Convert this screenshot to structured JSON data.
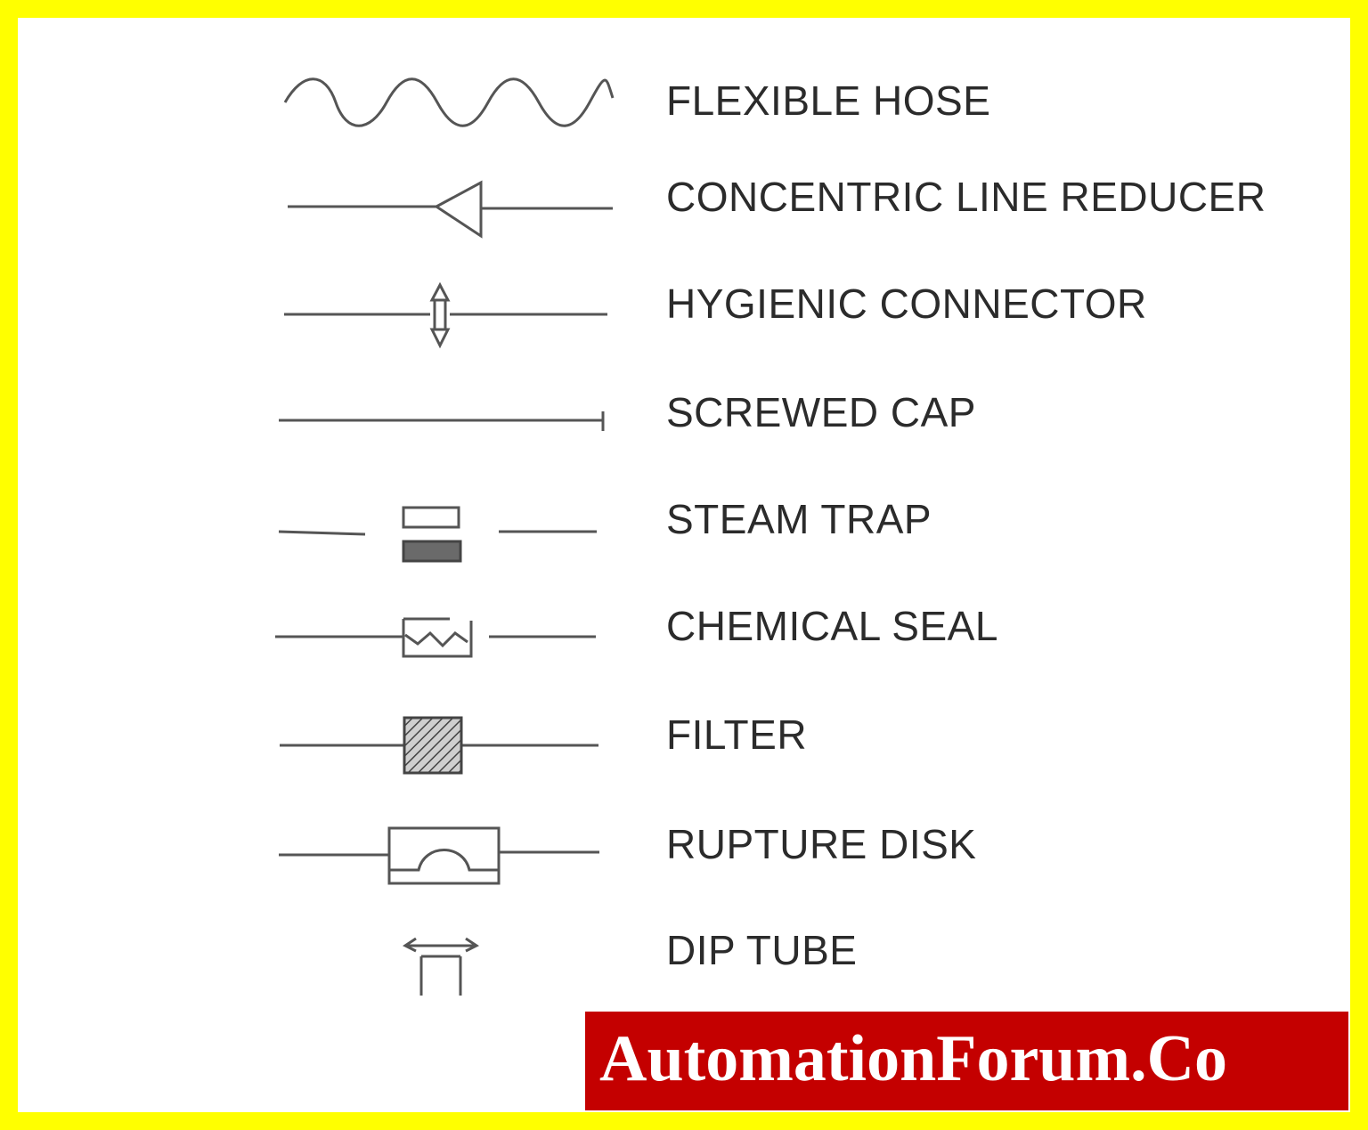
{
  "colors": {
    "frame": "#ffff00",
    "background": "#ffffff",
    "line": "#555555",
    "label_text": "#2b2b2b",
    "banner_background": "#c40000",
    "banner_text": "#ffffff"
  },
  "legend": {
    "items": [
      {
        "label": "FLEXIBLE HOSE",
        "icon": "flexible-hose-icon"
      },
      {
        "label": "CONCENTRIC LINE REDUCER",
        "icon": "concentric-reducer-icon"
      },
      {
        "label": "HYGIENIC CONNECTOR",
        "icon": "hygienic-connector-icon"
      },
      {
        "label": "SCREWED CAP",
        "icon": "screwed-cap-icon"
      },
      {
        "label": "STEAM TRAP",
        "icon": "steam-trap-icon"
      },
      {
        "label": "CHEMICAL SEAL",
        "icon": "chemical-seal-icon"
      },
      {
        "label": "FILTER",
        "icon": "filter-icon"
      },
      {
        "label": "RUPTURE DISK",
        "icon": "rupture-disk-icon"
      },
      {
        "label": "DIP TUBE",
        "icon": "dip-tube-icon"
      }
    ]
  },
  "watermark": {
    "text": "AutomationForum.Co"
  }
}
